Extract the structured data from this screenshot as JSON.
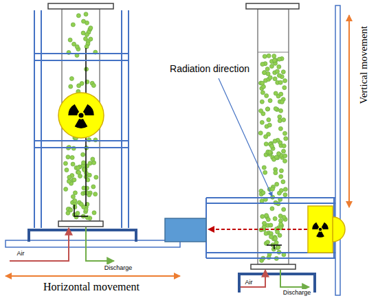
{
  "diagram": {
    "labels": [
      "Air",
      "Discharge",
      "Horizontal movement",
      "Radiation direction",
      "Vertical movement",
      "Air",
      "Discharge"
    ]
  }
}
